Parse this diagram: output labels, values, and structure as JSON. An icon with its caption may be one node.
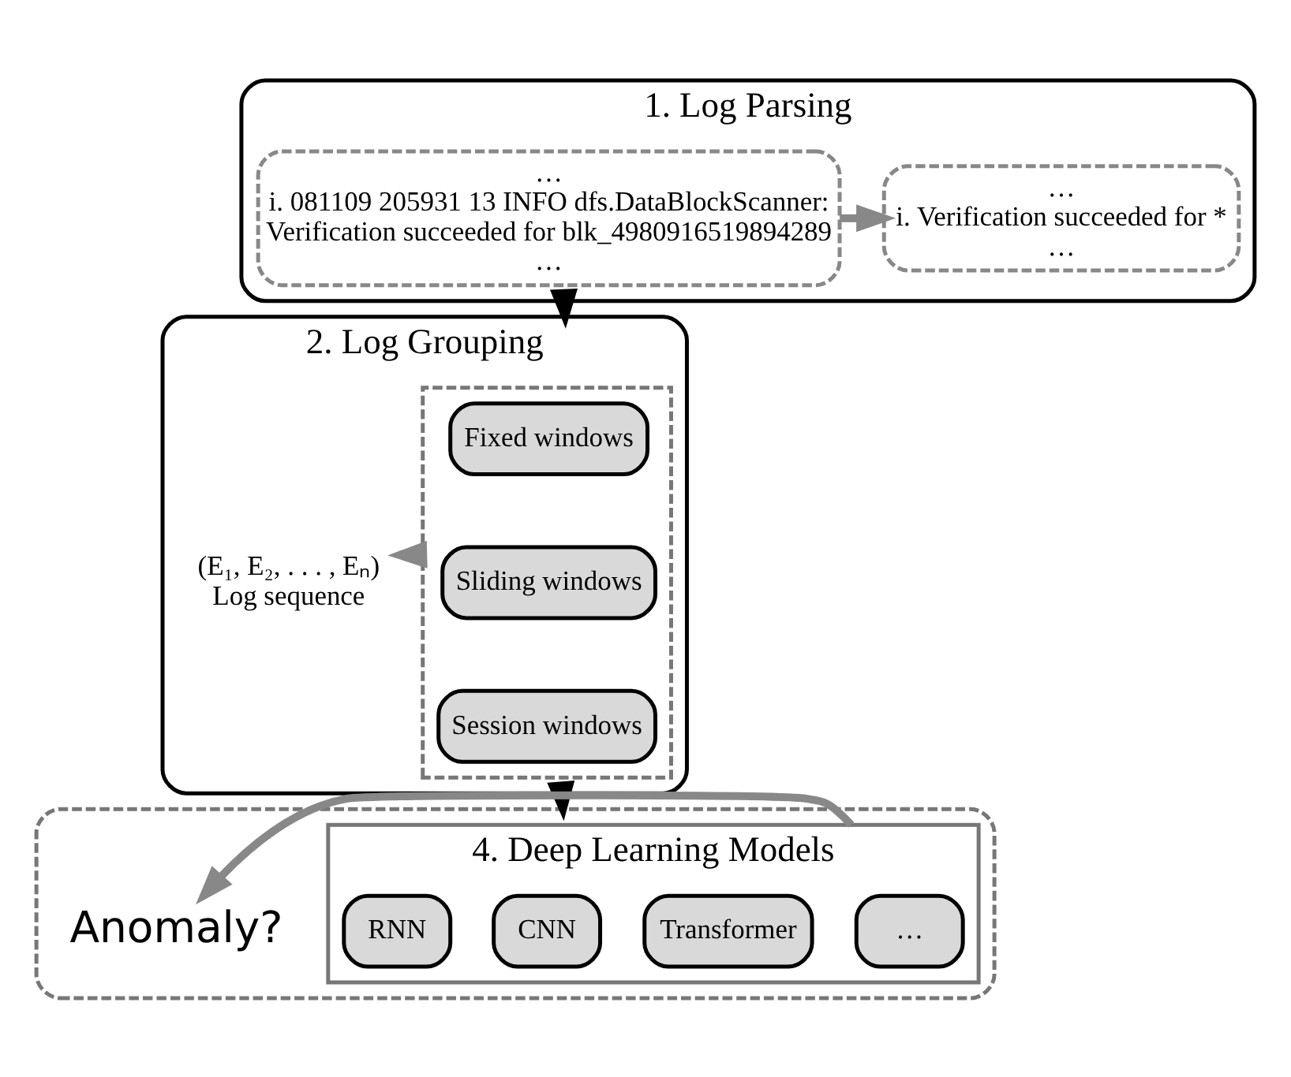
{
  "diagram": {
    "nodes": [
      {
        "text": [
          "1. Log Parsing"
        ]
      },
      {
        "text": [
          "…",
          "i. 081109 205931 13 INFO dfs.DataBlockScanner: Verification succeeded for blk_4980916519894289",
          "…"
        ],
        "in": 0
      },
      {
        "text": [
          "…",
          "i. Verification succeeded for *",
          "…"
        ],
        "in": 0
      },
      {
        "text": [
          "2. Log Grouping"
        ]
      },
      {
        "text": [],
        "shape": "box",
        "in": 3
      },
      {
        "text": [
          "Fixed windows"
        ],
        "in": 4
      },
      {
        "text": [
          "Sliding windows"
        ],
        "in": 4
      },
      {
        "text": [
          "Session windows"
        ],
        "in": 4
      },
      {
        "text": [
          "(E₁, E₂, . . . , Eₙ)"
        ],
        "beside": [
          "Log sequence"
        ],
        "in": 3
      },
      {
        "text": [],
        "shape": "box"
      },
      {
        "text": [
          "4. Deep Learning Models"
        ],
        "in": 9
      },
      {
        "text": [
          "RNN"
        ],
        "in": 10
      },
      {
        "text": [
          "CNN"
        ],
        "in": 10
      },
      {
        "text": [
          "Transformer"
        ],
        "in": 10
      },
      {
        "text": [
          "…"
        ],
        "in": 10
      },
      {
        "text": [
          "Anomaly?"
        ],
        "in": 9
      }
    ],
    "edges": [
      {
        "from": 1,
        "to": 2,
        "arrow": "to"
      },
      {
        "from": 0,
        "to": 3,
        "arrow": "to",
        "color": "#000000"
      },
      {
        "from": 4,
        "to": 8,
        "arrow": "to"
      },
      {
        "from": 3,
        "to": 9,
        "arrow": "to",
        "color": "#000000"
      },
      {
        "from": 10,
        "to": 15,
        "arrow": "to"
      }
    ]
  }
}
